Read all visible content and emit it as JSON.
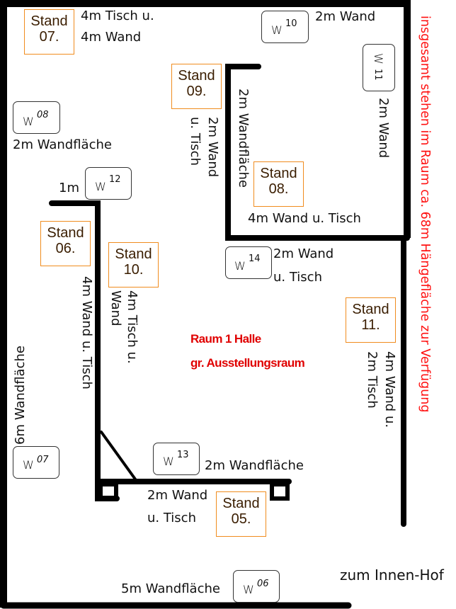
{
  "title": {
    "line1": "Raum 1 Halle",
    "line2": "gr. Ausstellungsraum"
  },
  "note": "insgesamt stehen im Raum ca. 68m Hängefläche zur Verfügung",
  "exit_label": "zum Innen-Hof",
  "colors": {
    "stand_border": "#f08c1e",
    "stand_text": "#3a1d00",
    "wall": "#000000",
    "title": "#e00000",
    "note": "#ff1010"
  },
  "stands": [
    {
      "id": "07",
      "word": "Stand",
      "num": "07."
    },
    {
      "id": "09",
      "word": "Stand",
      "num": "09."
    },
    {
      "id": "08",
      "word": "Stand",
      "num": "08."
    },
    {
      "id": "06",
      "word": "Stand",
      "num": "06."
    },
    {
      "id": "10",
      "word": "Stand",
      "num": "10."
    },
    {
      "id": "11",
      "word": "Stand",
      "num": "11."
    },
    {
      "id": "05",
      "word": "Stand",
      "num": "05."
    }
  ],
  "walls": [
    {
      "id": "08",
      "letter": "W",
      "num": "08"
    },
    {
      "id": "10",
      "letter": "W",
      "num": "10"
    },
    {
      "id": "11",
      "letter": "W",
      "num": "11"
    },
    {
      "id": "12",
      "letter": "W",
      "num": "12"
    },
    {
      "id": "14",
      "letter": "W",
      "num": "14"
    },
    {
      "id": "07",
      "letter": "W",
      "num": "07"
    },
    {
      "id": "13",
      "letter": "W",
      "num": "13"
    },
    {
      "id": "06",
      "letter": "W",
      "num": "06"
    }
  ],
  "labels": {
    "stand07_a": "4m Tisch u.",
    "stand07_b": "4m Wand",
    "w10": "2m Wand",
    "w11": "2m Wand",
    "w08": "2m Wandfläche",
    "stand09_a": "2m Wand",
    "stand09_b": "u. Tisch",
    "w_inner": "2m Wandfläche",
    "stand08": "4m Wand u. Tisch",
    "w12": "1m",
    "w14_a": "2m Wand",
    "w14_b": "u. Tisch",
    "stand06": "4m Wand u. Tisch",
    "stand10_a": "4m Tisch u.",
    "stand10_b": "Wand",
    "stand11_a": "4m Wand u.",
    "stand11_b": "2m Tisch",
    "w07": "6m Wandfläche",
    "w13": "2m Wandfläche",
    "stand05_a": "2m Wand",
    "stand05_b": "u. Tisch",
    "w06": "5m Wandfläche"
  }
}
